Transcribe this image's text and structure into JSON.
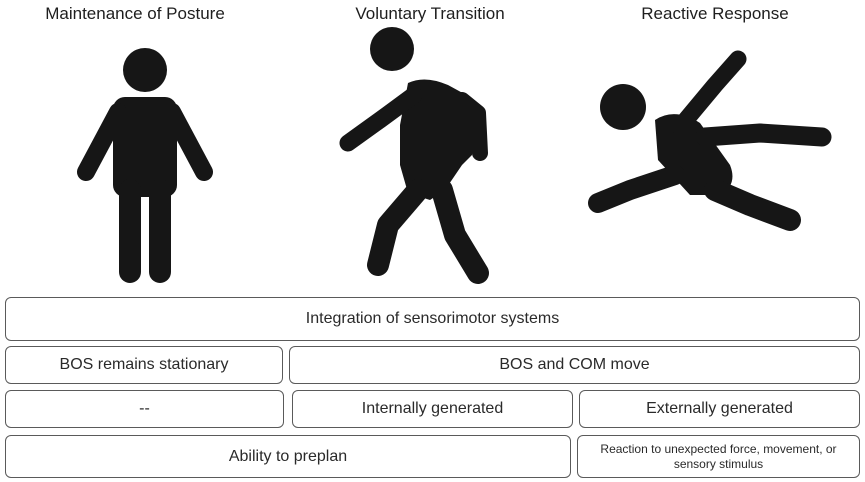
{
  "titles": {
    "posture": "Maintenance of Posture",
    "voluntary": "Voluntary Transition",
    "reactive": "Reactive Response"
  },
  "icons": {
    "posture": "standing-person-icon",
    "voluntary": "walking-person-icon",
    "reactive": "falling-person-icon"
  },
  "rows": {
    "integration": "Integration of sensorimotor systems",
    "bos_stationary": "BOS remains stationary",
    "bos_com_move": "BOS and COM move",
    "none": "--",
    "internal": "Internally generated",
    "external": "Externally generated",
    "preplan": "Ability to preplan",
    "reaction": "Reaction to unexpected force, movement, or sensory stimulus"
  },
  "colors": {
    "figure": "#161616",
    "border": "#5a5a5a"
  }
}
